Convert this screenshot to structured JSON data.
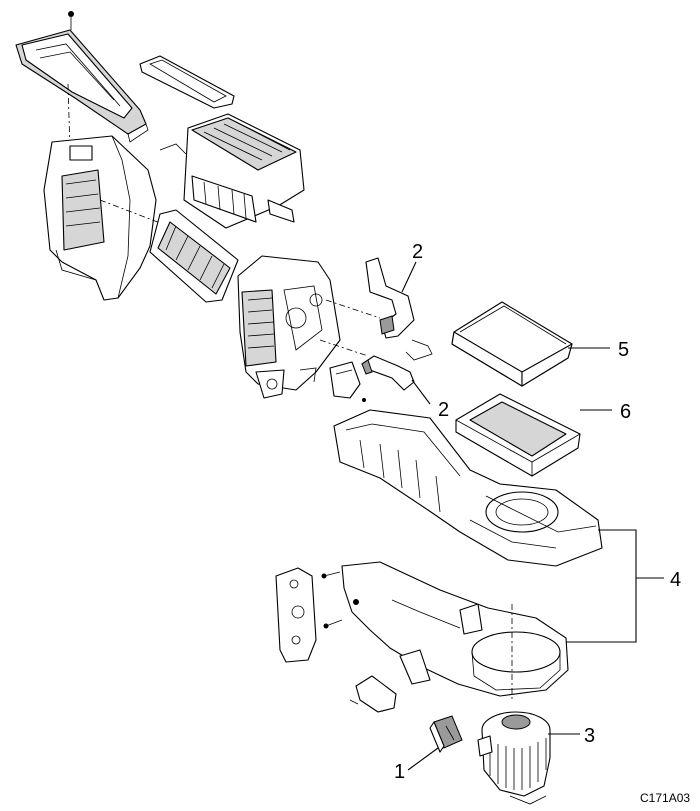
{
  "callouts": {
    "c1": "1",
    "c2a": "2",
    "c2b": "2",
    "c3": "3",
    "c4": "4",
    "c5": "5",
    "c6": "6"
  },
  "figure_code": "C171A03"
}
